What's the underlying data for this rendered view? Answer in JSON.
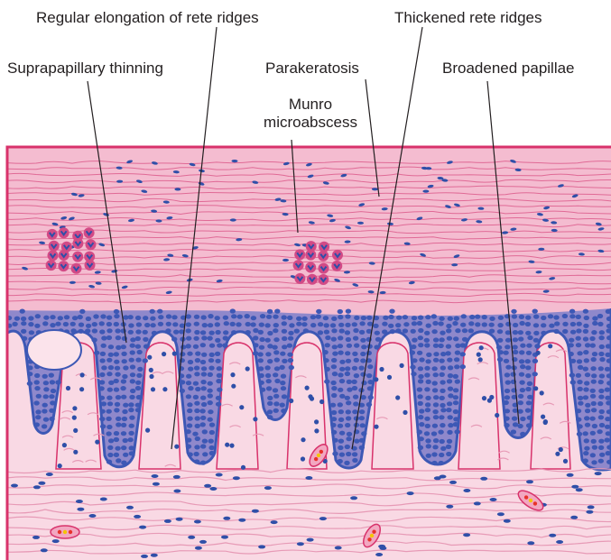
{
  "labels": {
    "regular_elongation": "Regular elongation of rete ridges",
    "thickened_rete": "Thickened rete ridges",
    "suprapapillary": "Suprapapillary thinning",
    "parakeratosis": "Parakeratosis",
    "broadened_papillae": "Broadened papillae",
    "munro_line1": "Munro",
    "munro_line2": "microabscess"
  },
  "colors": {
    "background": "#ffffff",
    "tissue_border": "#d8326b",
    "stratum_corneum": "#f4bcd0",
    "stratum_corneum_line": "#e06a96",
    "dermis": "#f9d9e4",
    "dermis_fiber": "#e79ab6",
    "keratinocyte": "#3d58b5",
    "spinous_layer": "#8f88cb",
    "nucleus": "#2f4fa8",
    "leader_line": "#231f20",
    "microabscess": "#d24a86",
    "blood_cell": "#e8312b"
  }
}
